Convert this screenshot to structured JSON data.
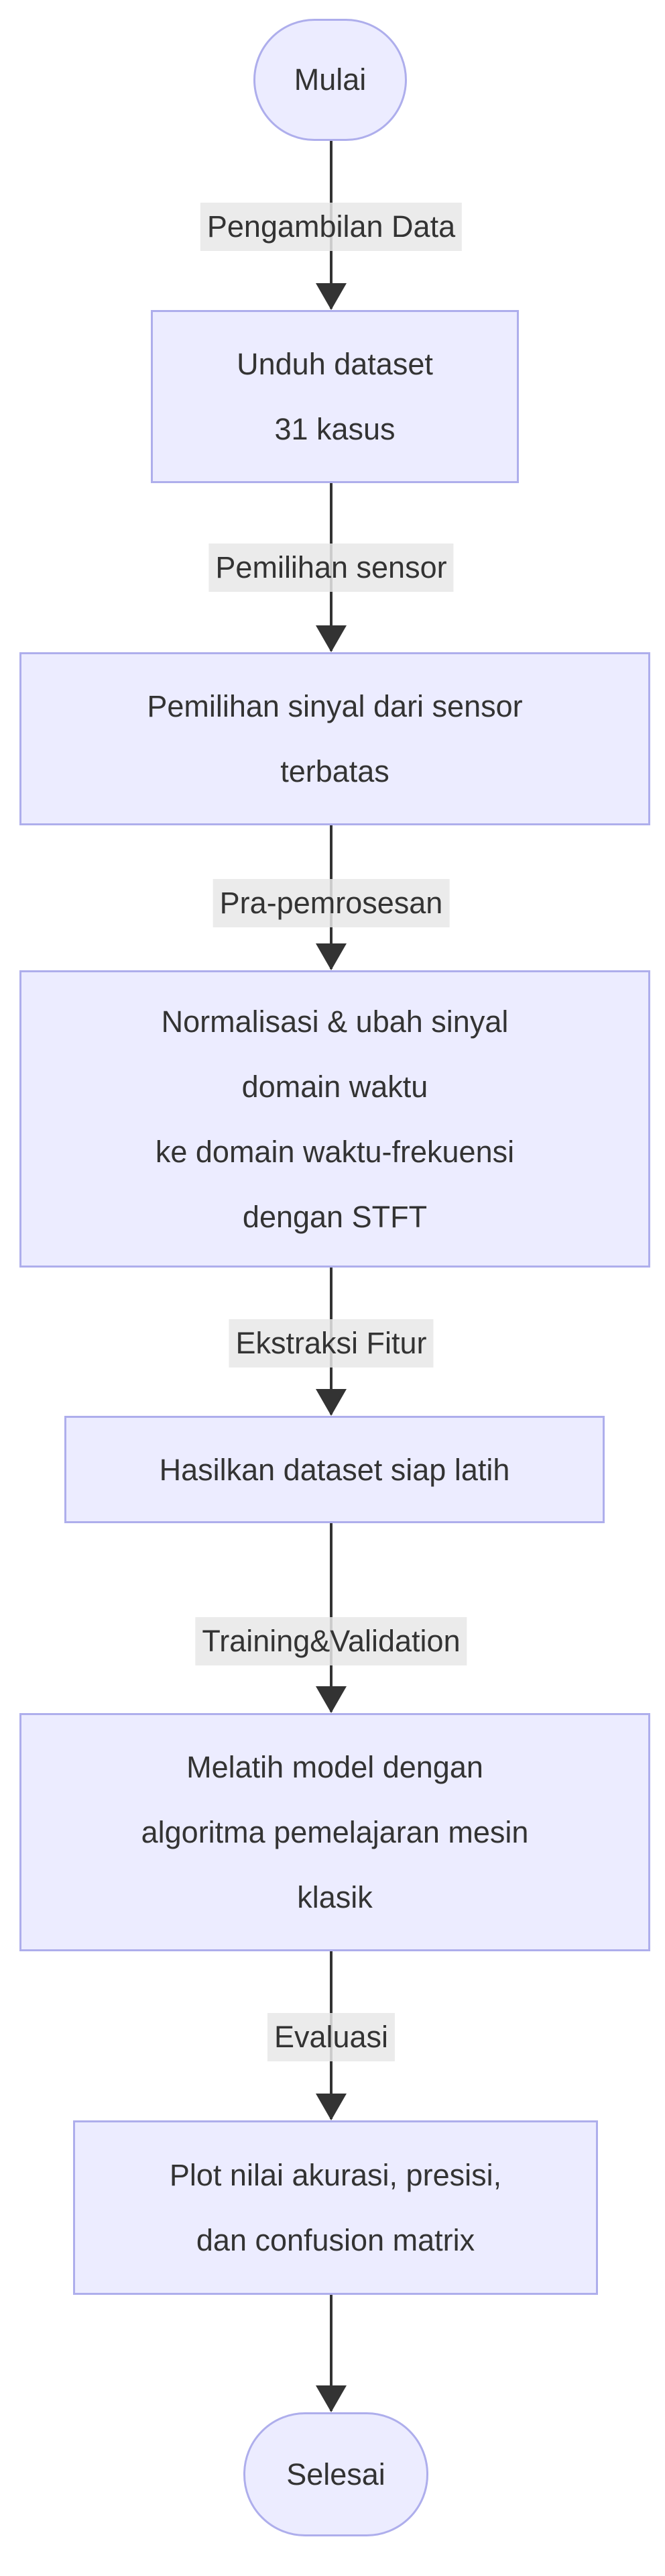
{
  "diagram": {
    "type": "flowchart-top-down",
    "background_color": "#ffffff",
    "node_fill_color": "#ECECFF",
    "node_border_color": "#AEAEEC",
    "edge_color": "#333333",
    "edge_label_bg_color": "#e8e8e8",
    "text_color": "#333333",
    "nodes": [
      {
        "id": "start",
        "shape": "stadium",
        "label": "Mulai"
      },
      {
        "id": "p1",
        "shape": "rect",
        "lines": [
          "Unduh dataset",
          "31 kasus"
        ]
      },
      {
        "id": "p2",
        "shape": "rect",
        "lines": [
          "Pemilihan sinyal dari sensor",
          "terbatas"
        ]
      },
      {
        "id": "p3",
        "shape": "rect",
        "lines": [
          "Normalisasi & ubah sinyal",
          "domain waktu",
          "ke domain waktu-frekuensi",
          "dengan STFT"
        ]
      },
      {
        "id": "p4",
        "shape": "rect",
        "lines": [
          "Hasilkan dataset siap latih"
        ]
      },
      {
        "id": "p5",
        "shape": "rect",
        "lines": [
          "Melatih model dengan",
          "algoritma pemelajaran mesin",
          "klasik"
        ]
      },
      {
        "id": "p6",
        "shape": "rect",
        "lines": [
          "Plot nilai akurasi, presisi,",
          "dan confusion matrix"
        ]
      },
      {
        "id": "end",
        "shape": "stadium",
        "label": "Selesai"
      }
    ],
    "edges": [
      {
        "from": "start",
        "to": "p1",
        "label": "Pengambilan Data"
      },
      {
        "from": "p1",
        "to": "p2",
        "label": "Pemilihan sensor"
      },
      {
        "from": "p2",
        "to": "p3",
        "label": "Pra-pemrosesan"
      },
      {
        "from": "p3",
        "to": "p4",
        "label": "Ekstraksi Fitur"
      },
      {
        "from": "p4",
        "to": "p5",
        "label": "Training&Validation"
      },
      {
        "from": "p5",
        "to": "p6",
        "label": "Evaluasi"
      },
      {
        "from": "p6",
        "to": "end",
        "label": ""
      }
    ]
  }
}
